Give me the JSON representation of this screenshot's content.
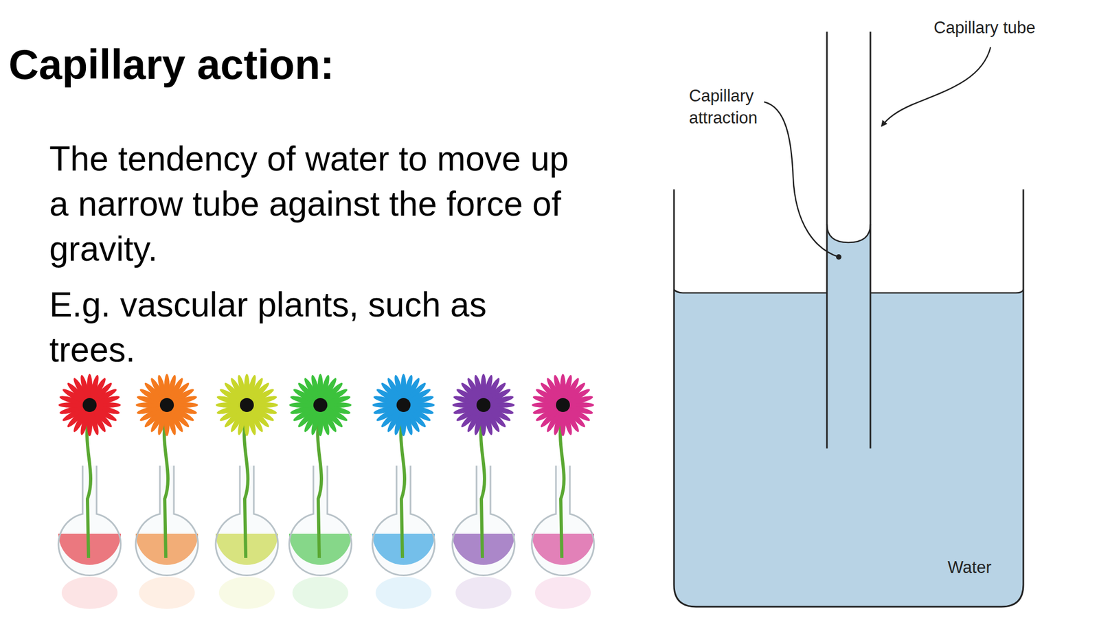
{
  "diagram": {
    "title": "Capillary action:",
    "labels": [
      "The tendency of water to move up a narrow tube against the force of gravity.",
      "E.g. vascular plants, such as trees.",
      "Capillary tube",
      "Capillary attraction",
      "Water"
    ]
  }
}
